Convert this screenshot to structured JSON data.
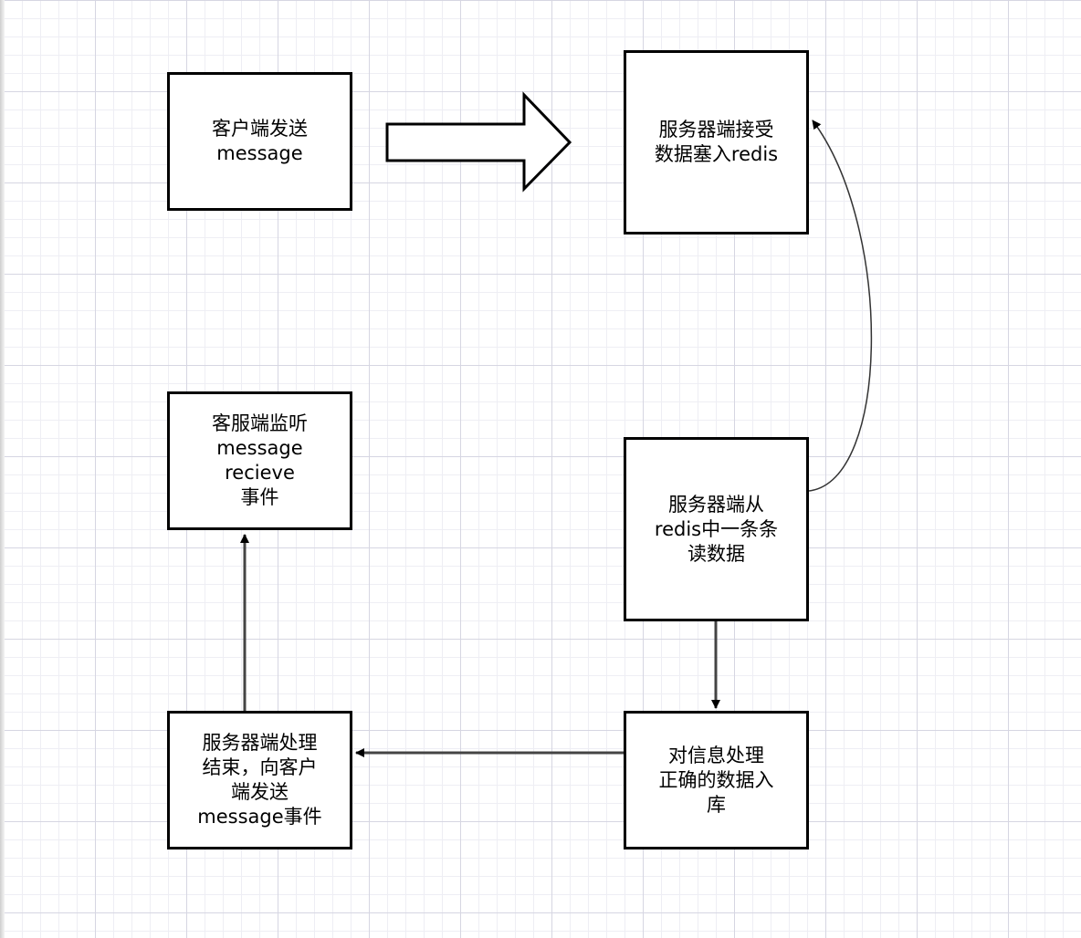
{
  "nodes": {
    "client_send": [
      "客户端发送",
      "message"
    ],
    "server_receive": [
      "服务器端接受",
      "数据塞入redis"
    ],
    "server_read": [
      "服务器端从",
      "redis中一条条",
      "读数据"
    ],
    "process_store": [
      "对信息处理",
      "正确的数据入",
      "库"
    ],
    "server_done": [
      "服务器端处理",
      "结束，向客户",
      "端发送",
      "message事件"
    ],
    "client_listen": [
      "客服端监听",
      "message",
      "recieve",
      "事件"
    ]
  }
}
